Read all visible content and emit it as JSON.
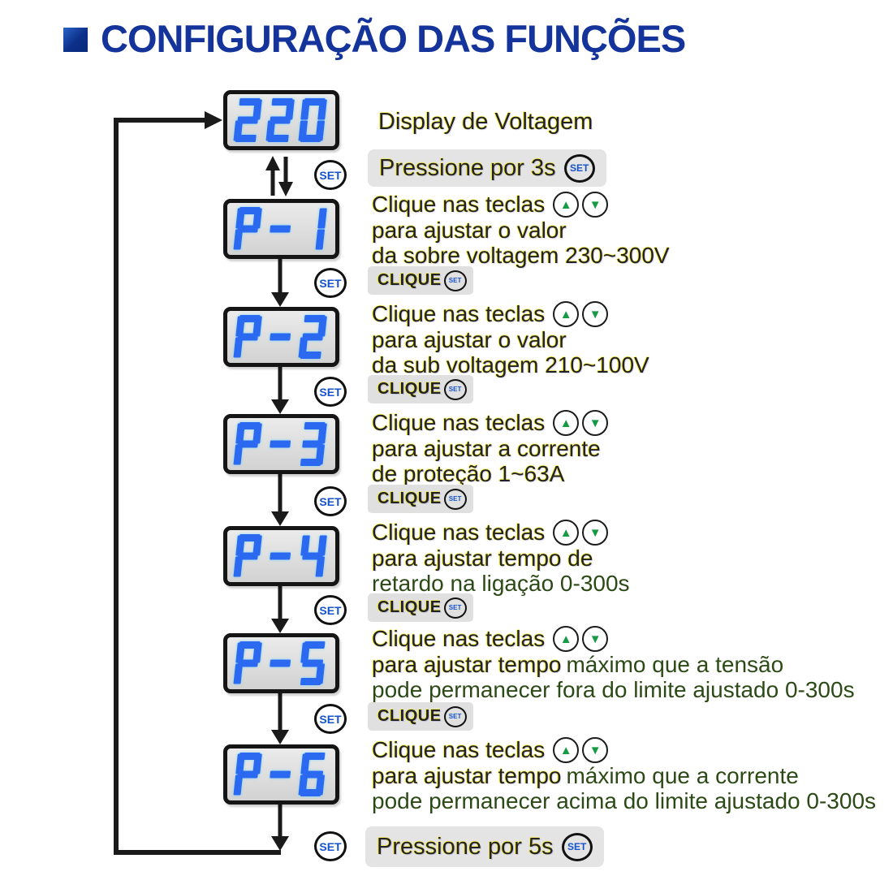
{
  "title": {
    "text": "CONFIGURAÇÃO DAS FUNÇÕES"
  },
  "colors": {
    "title_blue": "#14349c",
    "led_blue": "#2b6af0",
    "set_blue": "#1553cc",
    "key_green": "#169a43",
    "text_green": "#2c4a16",
    "wire_black": "#1a1a1a",
    "panel_gray": "#e4e4e4"
  },
  "set_button_label": "SET",
  "clique_label": "CLIQUE",
  "icons": {
    "up_key": "▲",
    "down_key": "▼"
  },
  "start": {
    "display_value": "220",
    "caption": "Display de Voltagem",
    "press_note": "Pressione por 3s"
  },
  "end": {
    "press_note": "Pressione por 5s"
  },
  "keys_line_prefix": "Clique nas teclas",
  "params": [
    {
      "code": "P-1",
      "line2": [
        {
          "t": "para ajustar o valor",
          "s": "halo"
        }
      ],
      "line3": [
        {
          "t": "da sobre voltagem 230~300V",
          "s": "halo"
        }
      ],
      "clique": true
    },
    {
      "code": "P-2",
      "line2": [
        {
          "t": "para ajustar o valor",
          "s": "halo"
        }
      ],
      "line3": [
        {
          "t": "da sub voltagem 210~100V",
          "s": "halo"
        }
      ],
      "clique": true
    },
    {
      "code": "P-3",
      "line2": [
        {
          "t": "para ajustar a corrente",
          "s": "halo"
        }
      ],
      "line3": [
        {
          "t": "de proteção 1~63A",
          "s": "halo"
        }
      ],
      "clique": true
    },
    {
      "code": "P-4",
      "line2": [
        {
          "t": "para ajustar tempo de",
          "s": "halo"
        }
      ],
      "line3": [
        {
          "t": "retardo na ligação 0-300s",
          "s": "green"
        }
      ],
      "clique": true
    },
    {
      "code": "P-5",
      "line2": [
        {
          "t": "para ajustar tempo",
          "s": "halo"
        },
        {
          "t": "máximo que a tensão",
          "s": "green"
        }
      ],
      "line3": [
        {
          "t": "pode permanecer fora do limite ajustado 0-300s",
          "s": "green"
        }
      ],
      "clique": true
    },
    {
      "code": "P-6",
      "line2": [
        {
          "t": "para ajustar tempo",
          "s": "halo"
        },
        {
          "t": "máximo que a corrente",
          "s": "green"
        }
      ],
      "line3": [
        {
          "t": "pode permanecer acima do limite ajustado 0-300s",
          "s": "green"
        }
      ],
      "clique": false
    }
  ]
}
